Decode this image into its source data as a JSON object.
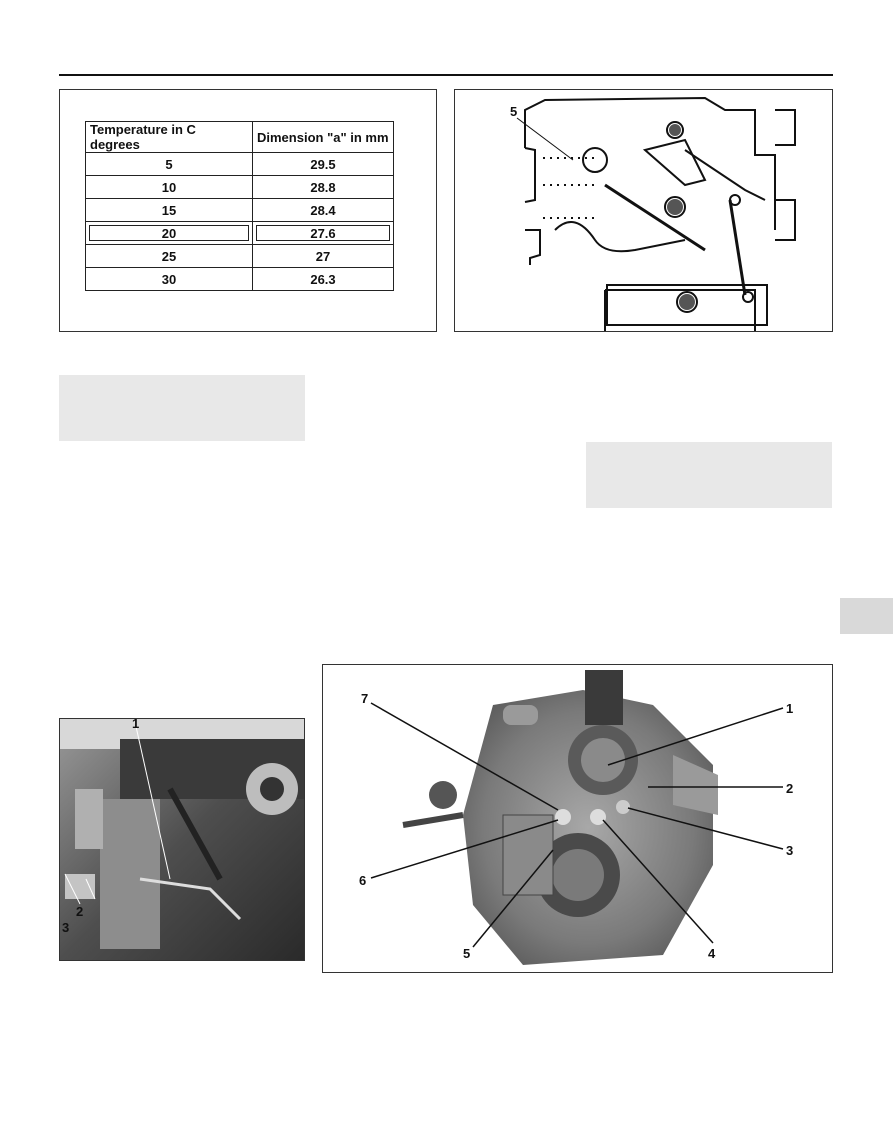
{
  "temperature_table": {
    "headers": [
      "Temperature in C degrees",
      "Dimension \"a\" in mm"
    ],
    "rows": [
      [
        "5",
        "29.5"
      ],
      [
        "10",
        "28.8"
      ],
      [
        "15",
        "28.4"
      ],
      [
        "20",
        "27.6"
      ],
      [
        "25",
        "27"
      ],
      [
        "30",
        "26.3"
      ]
    ],
    "highlighted_row": 3
  },
  "diagram_top": {
    "callouts": [
      "5"
    ]
  },
  "photo_left": {
    "callouts": [
      "1",
      "2",
      "3"
    ]
  },
  "photo_right": {
    "callouts": [
      "7",
      "1",
      "2",
      "3",
      "4",
      "5",
      "6"
    ]
  }
}
